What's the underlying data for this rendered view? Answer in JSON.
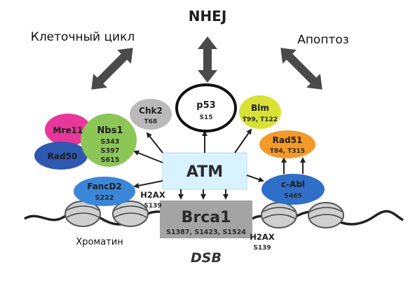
{
  "top": {
    "nhej": "NHEJ",
    "cell_cycle": "Клеточный цикл",
    "apoptosis": "Апоптоз"
  },
  "center": {
    "atm": "ATM"
  },
  "nodes": {
    "chk2": {
      "name": "Chk2",
      "site": "T68"
    },
    "p53": {
      "name": "p53",
      "site": "S15"
    },
    "blm": {
      "name": "Blm",
      "site": "T99, T122"
    },
    "rad51": {
      "name": "Rad51",
      "site": "T84, T315"
    },
    "cabl": {
      "name": "c-Abl",
      "site": "S465"
    },
    "mre11": {
      "name": "Mre11"
    },
    "rad50": {
      "name": "Rad50"
    },
    "nbs1": {
      "name": "Nbs1",
      "sites": [
        "S343",
        "S397",
        "S615"
      ]
    },
    "fancd2": {
      "name": "FancD2",
      "site": "S222"
    }
  },
  "brca1": {
    "name": "Brca1",
    "sites": "S1387, S1423, S1524"
  },
  "h2ax_left": {
    "name": "H2AX",
    "site": "S139"
  },
  "h2ax_right": {
    "name": "H2AX",
    "site": "S139"
  },
  "bottom": {
    "chromatin": "Хроматин",
    "dsb": "DSB"
  },
  "colors": {
    "chk2": "#b9b9b9",
    "p53": "#ffffff",
    "blm": "#d8e236",
    "rad51": "#f39a2a",
    "cabl": "#2f6fc8",
    "mre11": "#e8369a",
    "rad50": "#2f58b0",
    "nbs1": "#8cc657",
    "fancd2": "#3b86d8",
    "atm": "#d9f2ff",
    "brca1": "#a4a4a4"
  }
}
